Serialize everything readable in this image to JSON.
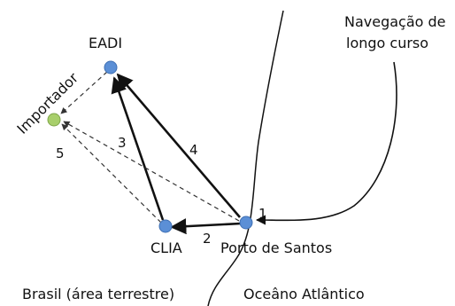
{
  "diagram": {
    "nodes": {
      "eadi": {
        "label": "EADI",
        "color": "#5b8fd6"
      },
      "importador": {
        "label": "Importador",
        "color": "#a8cf6b"
      },
      "clia": {
        "label": "CLIA",
        "color": "#5b8fd6"
      },
      "porto": {
        "label": "Porto de Santos",
        "color": "#5b8fd6"
      }
    },
    "step_labels": [
      "1",
      "2",
      "3",
      "4",
      "5"
    ],
    "region_labels": {
      "navegacao": "Navegação de longo curso",
      "navegacao_line1": "Navegação de",
      "navegacao_line2": "longo curso",
      "brasil": "Brasil (área terrestre)",
      "oceano": "Oceâno Atlântico"
    },
    "colors": {
      "line": "#111111",
      "dashed": "#333333"
    }
  }
}
